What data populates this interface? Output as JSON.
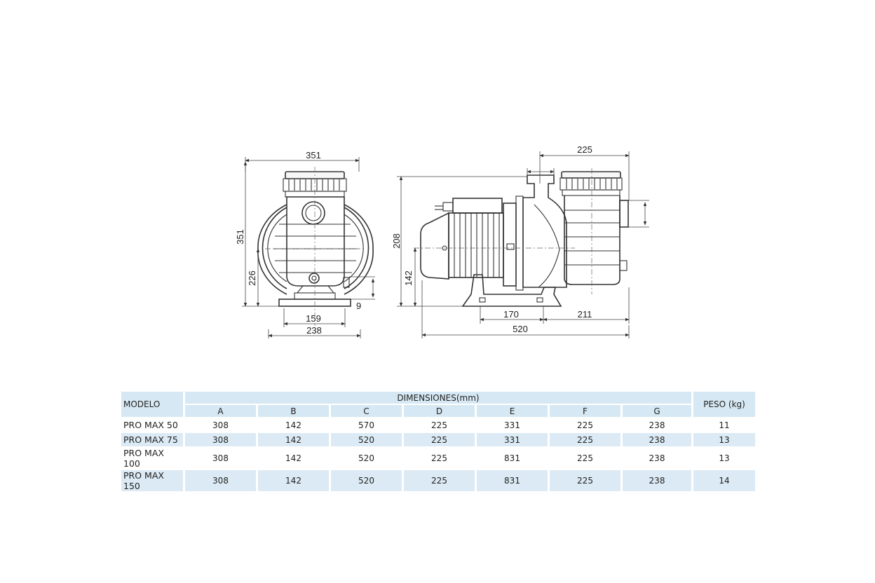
{
  "front_view": {
    "dims": {
      "width_top": "351",
      "height_total": "351",
      "height_axis": "226",
      "base_offset": "9",
      "base_inner": "159",
      "base_outer": "238"
    }
  },
  "side_view": {
    "dims": {
      "prefilter_width": "225",
      "height_total": "208",
      "height_axis": "142",
      "foot_spacing": "170",
      "motor_to_end": "211",
      "length_total": "520"
    }
  },
  "table": {
    "model_header": "MODELO",
    "group_header": "DIMENSIONES(mm)",
    "weight_header": "PESO (kg)",
    "columns": [
      "A",
      "B",
      "C",
      "D",
      "E",
      "F",
      "G"
    ],
    "rows": [
      {
        "model": "PRO MAX 50",
        "values": [
          "308",
          "142",
          "570",
          "225",
          "331",
          "225",
          "238"
        ],
        "weight": "11"
      },
      {
        "model": "PRO MAX 75",
        "values": [
          "308",
          "142",
          "520",
          "225",
          "331",
          "225",
          "238"
        ],
        "weight": "13"
      },
      {
        "model": "PRO MAX 100",
        "values": [
          "308",
          "142",
          "520",
          "225",
          "831",
          "225",
          "238"
        ],
        "weight": "13"
      },
      {
        "model": "PRO MAX 150",
        "values": [
          "308",
          "142",
          "520",
          "225",
          "831",
          "225",
          "238"
        ],
        "weight": "14"
      }
    ]
  }
}
